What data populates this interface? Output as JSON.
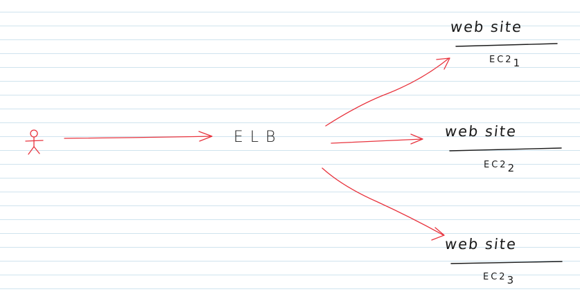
{
  "diagram": {
    "user_label": "",
    "balancer": {
      "label": "ELB"
    },
    "targets": [
      {
        "name": "web site",
        "instance": "EC2",
        "index": "1"
      },
      {
        "name": "web site",
        "instance": "EC2",
        "index": "2"
      },
      {
        "name": "web site",
        "instance": "EC2",
        "index": "3"
      }
    ]
  },
  "colors": {
    "ink": "#1a1a1a",
    "arrow": "#e8323c",
    "ruled_line": "#cfe3ee",
    "paper": "#ffffff"
  }
}
